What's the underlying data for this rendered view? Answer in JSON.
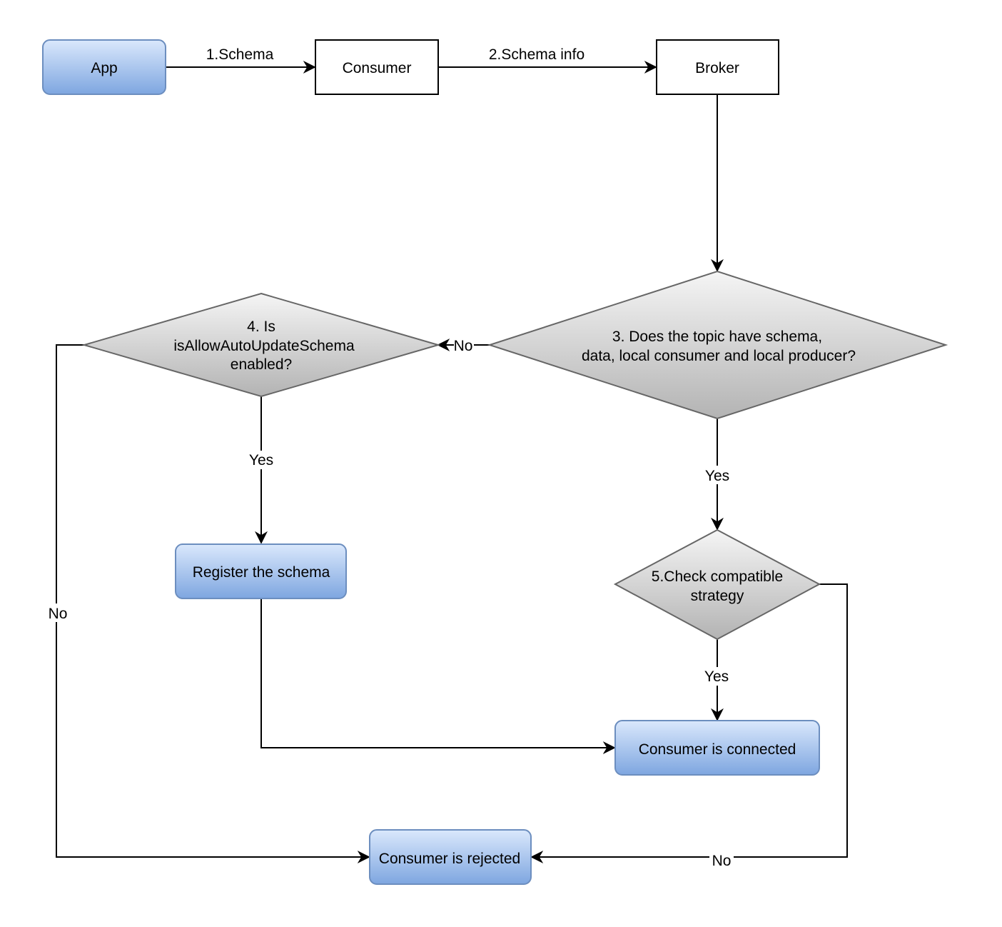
{
  "diagram": {
    "nodes": {
      "app": {
        "label": "App"
      },
      "consumer": {
        "label": "Consumer"
      },
      "broker": {
        "label": "Broker"
      },
      "decision_topic": {
        "lines": [
          "3. Does the topic have schema,",
          "data, local consumer and local producer?"
        ]
      },
      "decision_auto_update": {
        "lines": [
          "4. Is",
          "isAllowAutoUpdateSchema",
          "enabled?"
        ]
      },
      "register_schema": {
        "label": "Register the schema"
      },
      "check_compatible": {
        "lines": [
          "5.Check compatible",
          "strategy"
        ]
      },
      "consumer_connected": {
        "label": "Consumer is connected"
      },
      "consumer_rejected": {
        "label": "Consumer is rejected"
      }
    },
    "edges": {
      "app_to_consumer": {
        "label": "1.Schema"
      },
      "consumer_to_broker": {
        "label": "2.Schema info"
      },
      "broker_to_decision": {
        "label": ""
      },
      "decision_topic_no": {
        "label": "No"
      },
      "decision_topic_yes": {
        "label": "Yes"
      },
      "auto_update_yes": {
        "label": "Yes"
      },
      "auto_update_no": {
        "label": "No"
      },
      "register_to_connected": {
        "label": ""
      },
      "compatible_yes": {
        "label": "Yes"
      },
      "compatible_no": {
        "label": "No"
      }
    },
    "colors": {
      "stroke": "#000000",
      "blue_fill_top": "#dae8fc",
      "blue_fill_bottom": "#7ea6e0",
      "blue_stroke": "#6c8ebf",
      "gray_fill_top": "#f5f5f5",
      "gray_fill_bottom": "#b3b3b3",
      "gray_stroke": "#666666"
    }
  }
}
